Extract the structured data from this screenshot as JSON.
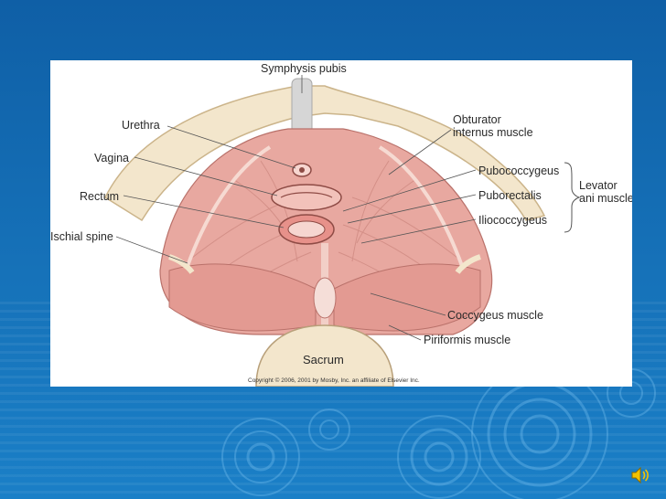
{
  "figure": {
    "labels": {
      "symphysis": "Symphysis pubis",
      "urethra": "Urethra",
      "vagina": "Vagina",
      "rectum": "Rectum",
      "ischial": "Ischial spine",
      "obturator_1": "Obturator",
      "obturator_2": "internus muscle",
      "pubococcygeus": "Pubococcygeus",
      "puborectalis": "Puborectalis",
      "iliococcygeus": "Iliococcygeus",
      "levator_1": "Levator",
      "levator_2": "ani muscle",
      "coccygeus": "Coccygeus muscle",
      "piriformis": "Piriformis muscle",
      "sacrum": "Sacrum"
    },
    "copyright": "Copyright © 2006, 2001 by Mosby, Inc. an affiliate of Elsevier Inc."
  },
  "colors": {
    "background": "#1672b9",
    "muscle": "#e8a8a0",
    "bone": "#f3e6cc"
  },
  "icons": {
    "audio": "speaker-icon"
  }
}
